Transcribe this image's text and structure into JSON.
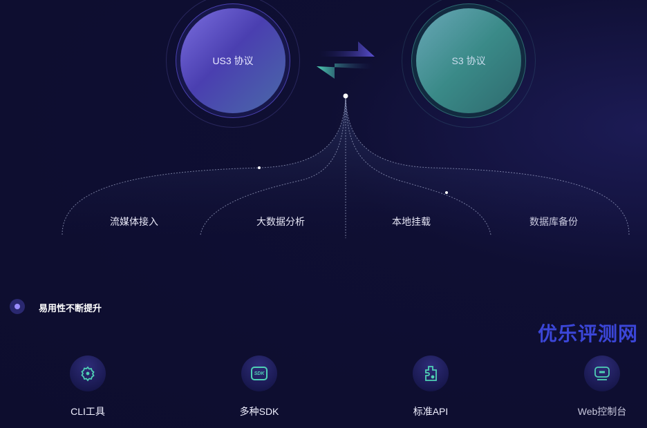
{
  "protocols": {
    "left": "US3 协议",
    "right": "S3 协议"
  },
  "branches": [
    "流媒体接入",
    "大数据分析",
    "本地挂载",
    "数据库备份"
  ],
  "section_title": "易用性不断提升",
  "features": [
    {
      "label": "CLI工具",
      "icon": "gear-icon"
    },
    {
      "label": "多种SDK",
      "icon": "sdk-icon"
    },
    {
      "label": "标准API",
      "icon": "puzzle-icon"
    },
    {
      "label": "Web控制台",
      "icon": "monitor-icon"
    }
  ],
  "sdk_icon_text": "SDK",
  "watermark": "优乐评测网",
  "colors": {
    "accent": "#4fd1b5",
    "purple": "#5a4fd0"
  }
}
